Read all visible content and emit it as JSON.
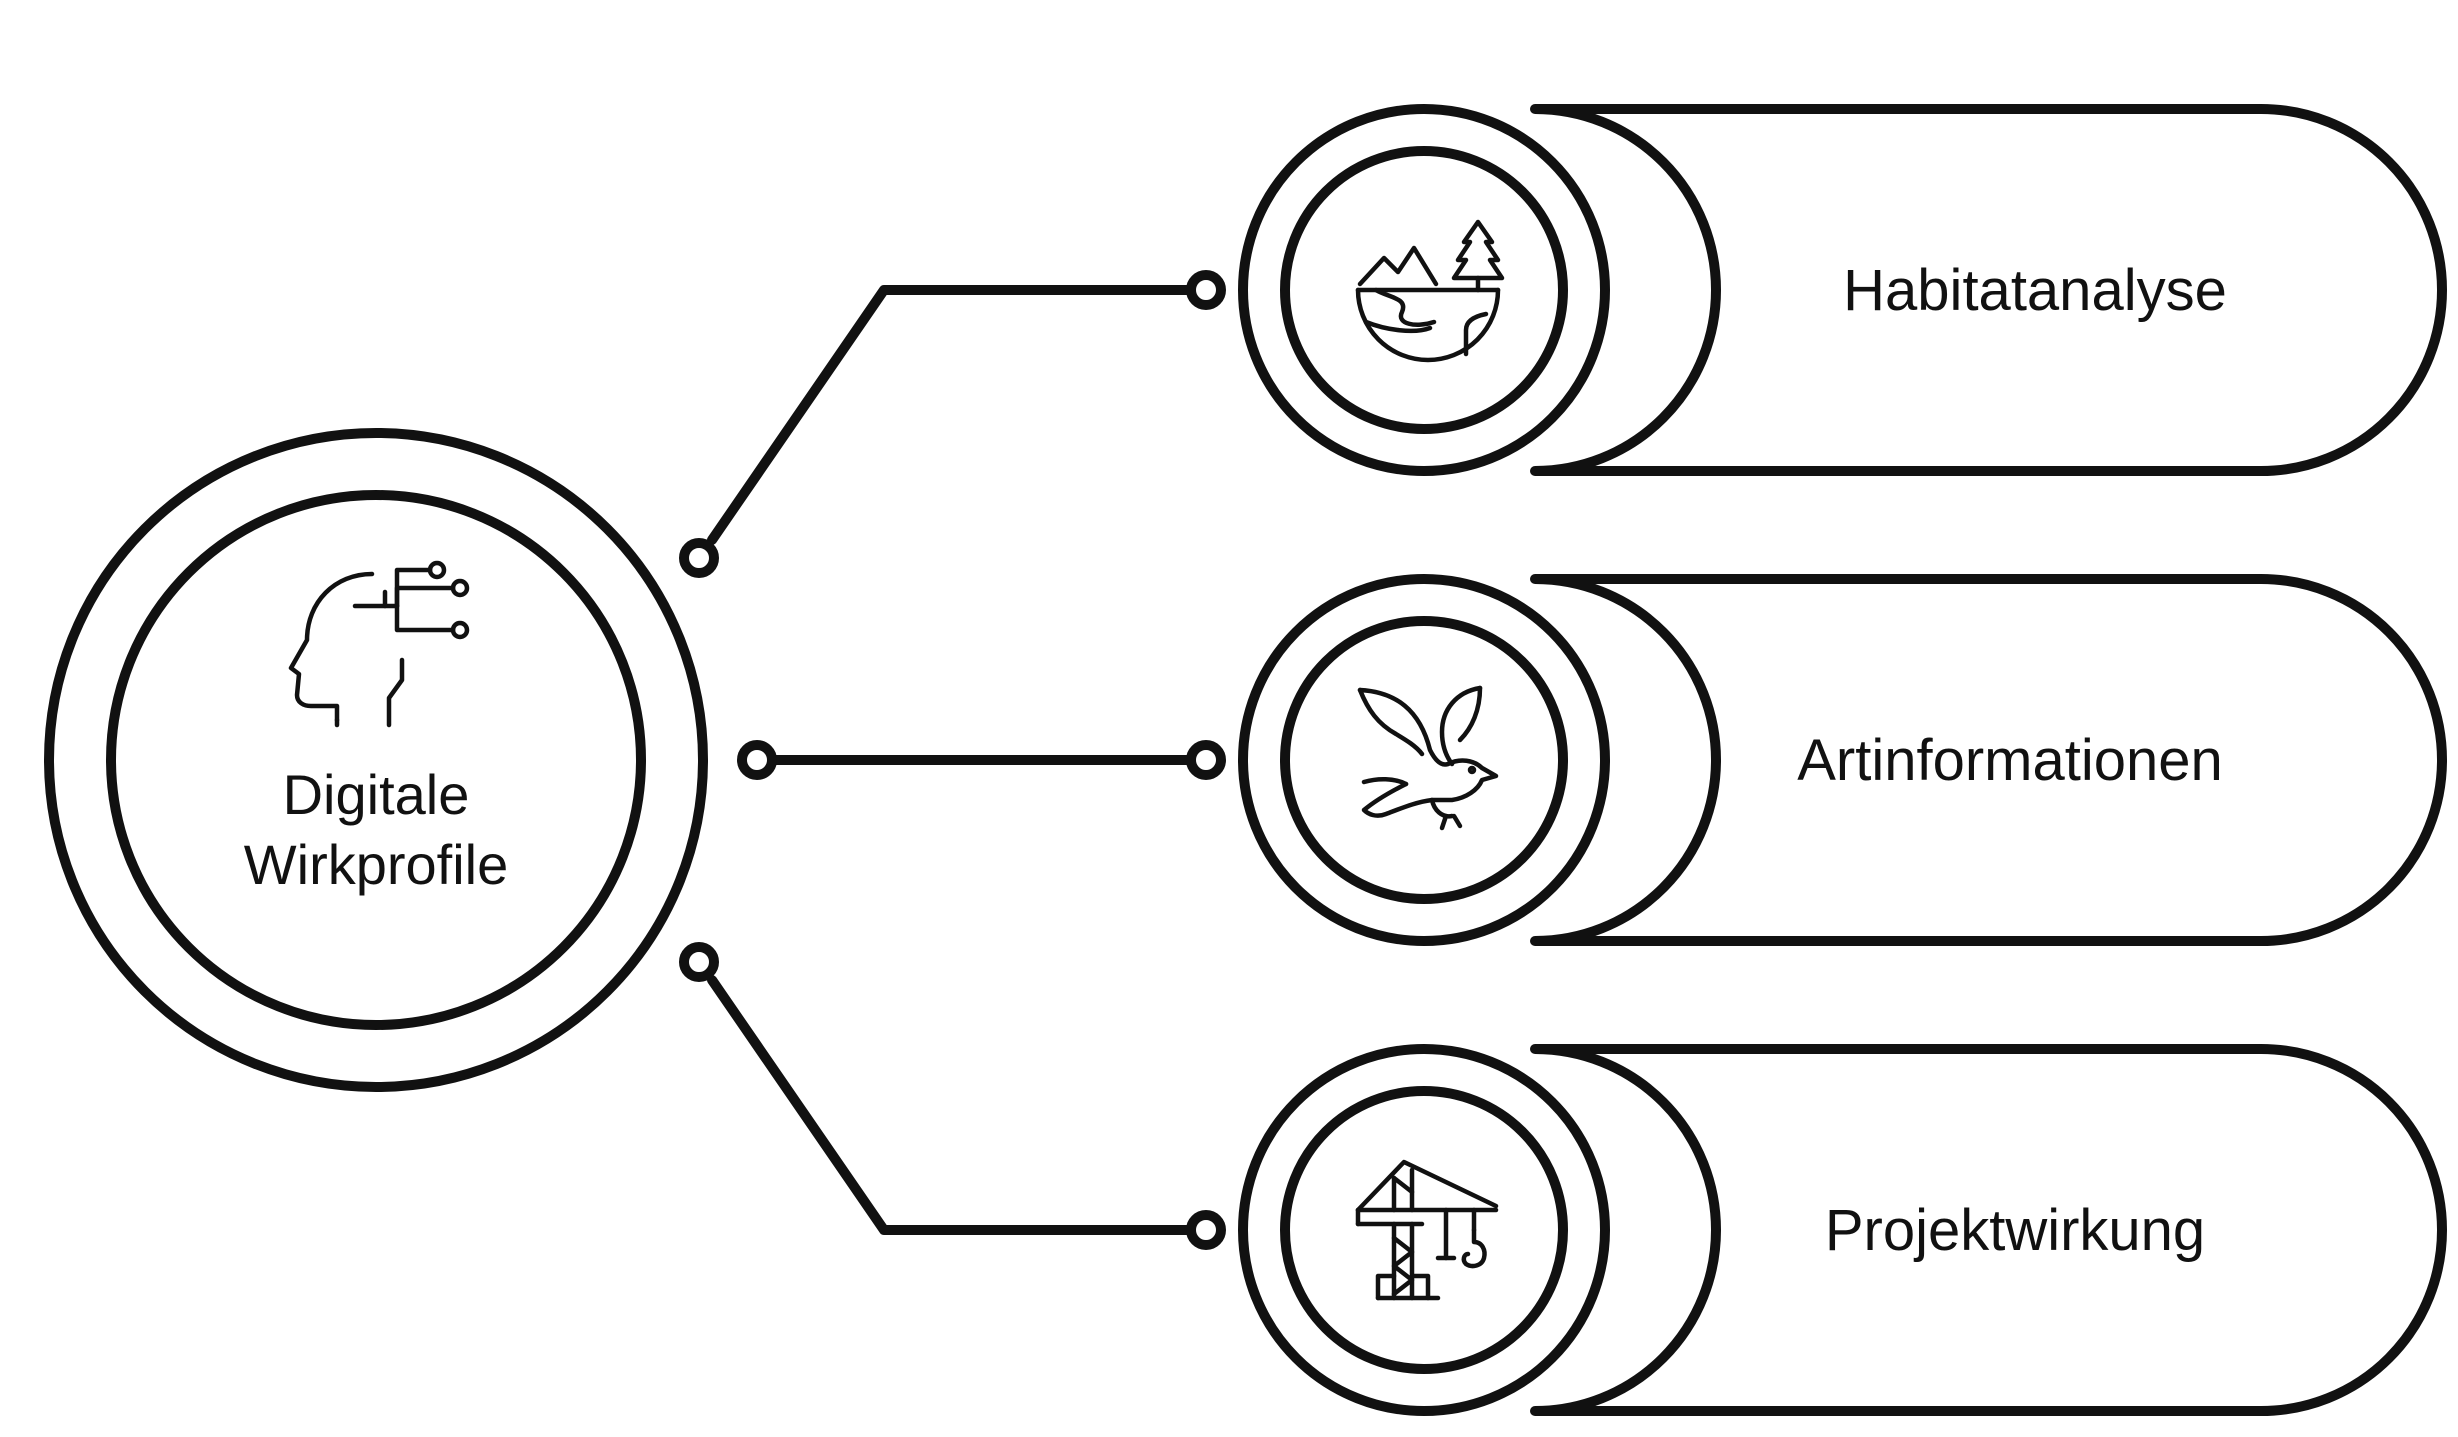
{
  "colors": {
    "stroke": "#111111",
    "background": "#ffffff"
  },
  "center": {
    "label_line1": "Digitale",
    "label_line2": "Wirkprofile",
    "icon": "ai-head-icon"
  },
  "branches": [
    {
      "label": "Habitatanalyse",
      "icon": "landscape-icon"
    },
    {
      "label": "Artinformationen",
      "icon": "bird-icon"
    },
    {
      "label": "Projektwirkung",
      "icon": "crane-icon"
    }
  ]
}
